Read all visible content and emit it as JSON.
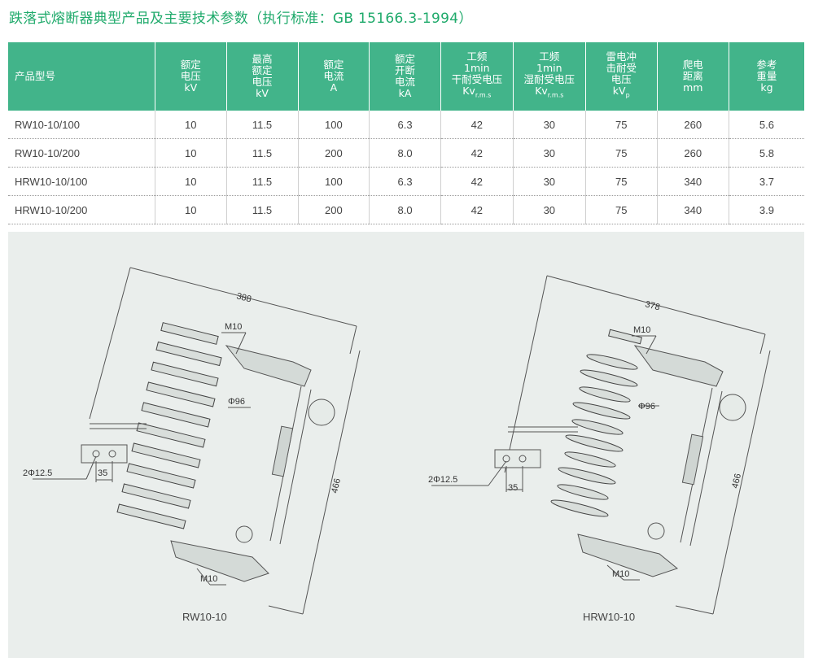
{
  "title": "跌落式熔断器典型产品及主要技术参数（执行标准：GB 15166.3-1994）",
  "table": {
    "headers": [
      {
        "lines": [
          "产品型号"
        ]
      },
      {
        "lines": [
          "额定",
          "电压",
          "kV"
        ]
      },
      {
        "lines": [
          "最高",
          "额定",
          "电压",
          "kV"
        ]
      },
      {
        "lines": [
          "额定",
          "电流",
          "A"
        ]
      },
      {
        "lines": [
          "额定",
          "开断",
          "电流",
          "kA"
        ]
      },
      {
        "lines": [
          "工频",
          "1min",
          "干耐受电压"
        ],
        "unit": "Kv",
        "unit_sub": "r.m.s"
      },
      {
        "lines": [
          "工频",
          "1min",
          "湿耐受电压"
        ],
        "unit": "Kv",
        "unit_sub": "r.m.s"
      },
      {
        "lines": [
          "雷电冲",
          "击耐受",
          "电压"
        ],
        "unit": "kV",
        "unit_sub": "p"
      },
      {
        "lines": [
          "爬电",
          "距离",
          "mm"
        ]
      },
      {
        "lines": [
          "参考",
          "重量",
          "kg"
        ]
      }
    ],
    "rows": [
      [
        "RW10-10/100",
        "10",
        "11.5",
        "100",
        "6.3",
        "42",
        "30",
        "75",
        "260",
        "5.6"
      ],
      [
        "RW10-10/200",
        "10",
        "11.5",
        "200",
        "8.0",
        "42",
        "30",
        "75",
        "260",
        "5.8"
      ],
      [
        "HRW10-10/100",
        "10",
        "11.5",
        "100",
        "6.3",
        "42",
        "30",
        "75",
        "340",
        "3.7"
      ],
      [
        "HRW10-10/200",
        "10",
        "11.5",
        "200",
        "8.0",
        "42",
        "30",
        "75",
        "340",
        "3.9"
      ]
    ]
  },
  "drawings": {
    "left": {
      "caption": "RW10-10",
      "width_dim": "388",
      "height_dim": "466",
      "bolt_top": "M10",
      "bolt_bottom": "M10",
      "diameter": "Φ96",
      "hole": "2Φ12.5",
      "spacing": "35"
    },
    "right": {
      "caption": "HRW10-10",
      "width_dim": "378",
      "height_dim": "466",
      "bolt_top": "M10",
      "bolt_bottom": "M10",
      "diameter": "Φ96",
      "hole": "2Φ12.5",
      "spacing": "35"
    }
  }
}
